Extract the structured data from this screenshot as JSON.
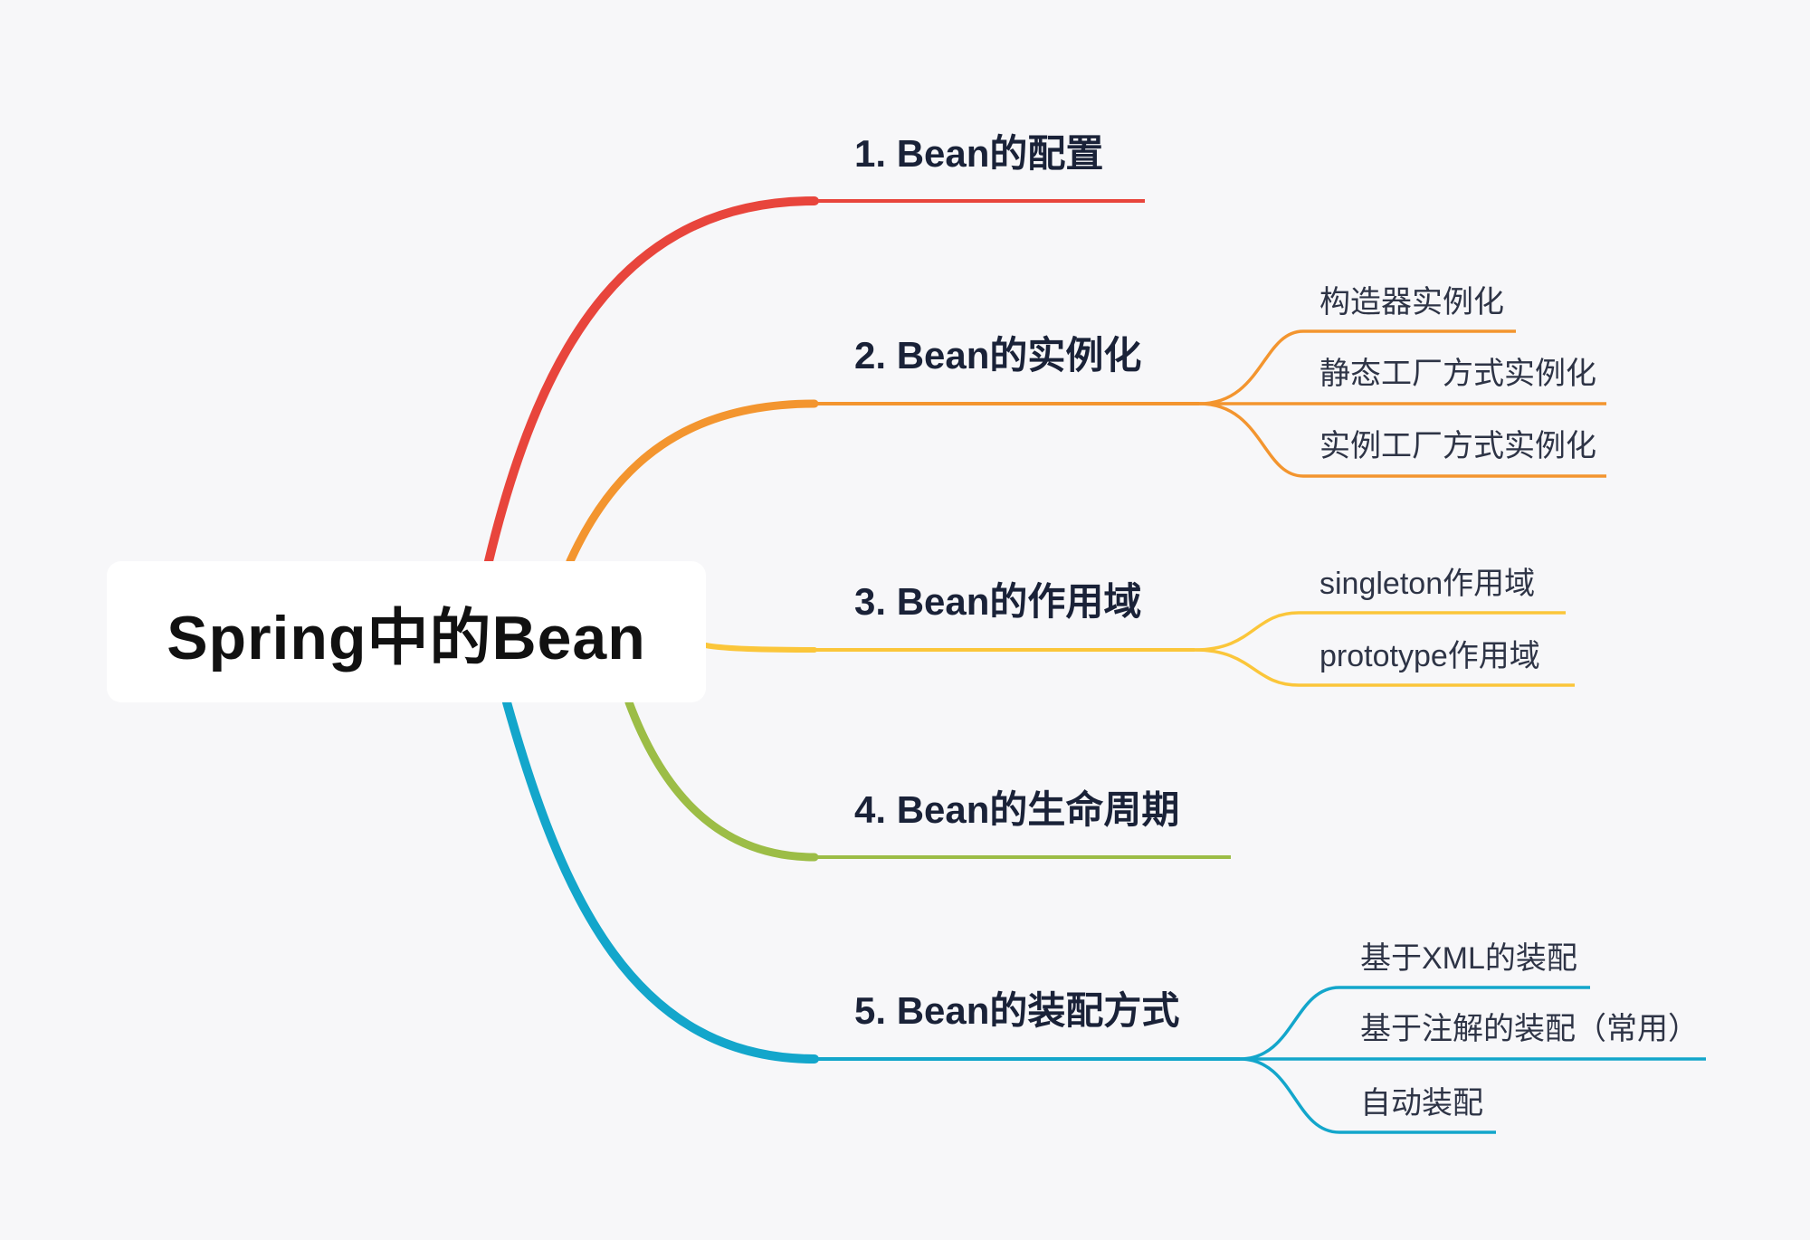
{
  "root": {
    "label": "Spring中的Bean"
  },
  "colors": {
    "branch_1": "#e8453c",
    "branch_2": "#f3952f",
    "branch_3": "#fbc63a",
    "branch_4": "#9cbd46",
    "branch_5": "#13a6cb"
  },
  "branches": [
    {
      "label": "1. Bean的配置",
      "children": []
    },
    {
      "label": "2. Bean的实例化",
      "children": [
        "构造器实例化",
        "静态工厂方式实例化",
        "实例工厂方式实例化"
      ]
    },
    {
      "label": "3. Bean的作用域",
      "children": [
        "singleton作用域",
        "prototype作用域"
      ]
    },
    {
      "label": "4. Bean的生命周期",
      "children": []
    },
    {
      "label": "5. Bean的装配方式",
      "children": [
        "基于XML的装配",
        "基于注解的装配（常用）",
        "自动装配"
      ]
    }
  ]
}
